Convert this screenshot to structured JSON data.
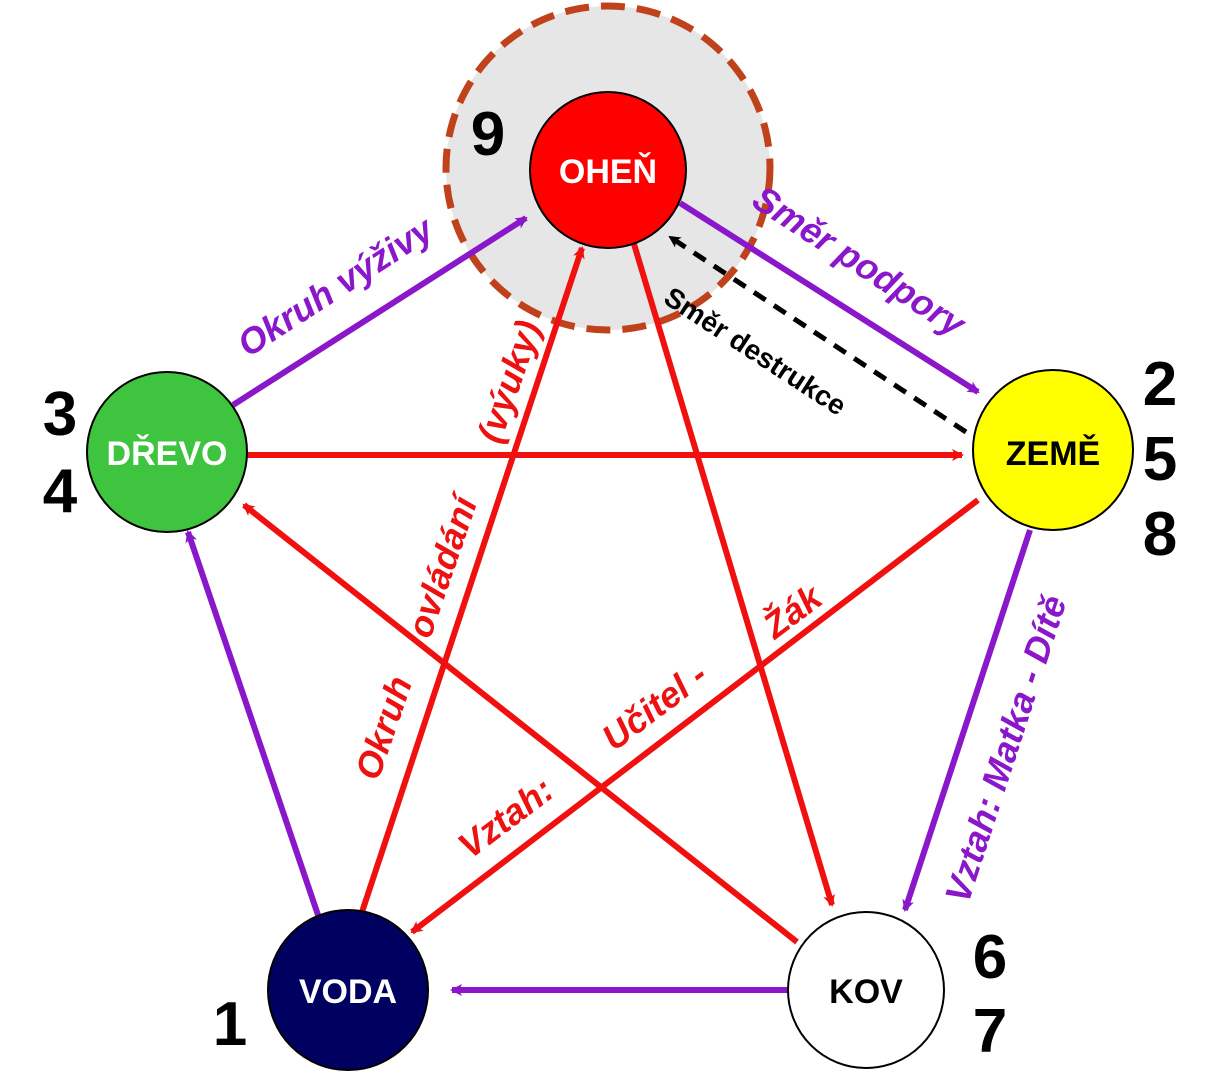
{
  "colors": {
    "support": "#8a17c9",
    "control": "#f01010",
    "destruction": "#000000",
    "halo_fill": "#e6e6e6",
    "halo_stroke": "#c0421c"
  },
  "nodes": {
    "fire": {
      "label": "OHEŇ",
      "fill": "#ff0000",
      "text_color": "#ffffff",
      "numbers": [
        "9"
      ]
    },
    "earth": {
      "label": "ZEMĚ",
      "fill": "#ffff00",
      "text_color": "#000000",
      "numbers": [
        "2",
        "5",
        "8"
      ]
    },
    "metal": {
      "label": "KOV",
      "fill": "#ffffff",
      "text_color": "#000000",
      "numbers": [
        "6",
        "7"
      ]
    },
    "water": {
      "label": "VODA",
      "fill": "#000060",
      "text_color": "#ffffff",
      "numbers": [
        "1"
      ]
    },
    "wood": {
      "label": "DŘEVO",
      "fill": "#3ec43e",
      "text_color": "#ffffff",
      "numbers": [
        "3",
        "4"
      ]
    }
  },
  "labels": {
    "support_direction": "Směr podpory",
    "nourishment_cycle": "Okruh výživy",
    "destruction_direction": "Směr destrukce",
    "mother_child": "Vztah: Matka - Dítě",
    "control_cycle_1": "Okruh",
    "control_cycle_2": "ovládání",
    "control_cycle_3": "(výuky)",
    "teacher_student_1": "Vztah:",
    "teacher_student_2": "Učitel -",
    "teacher_student_3": "Žák"
  }
}
